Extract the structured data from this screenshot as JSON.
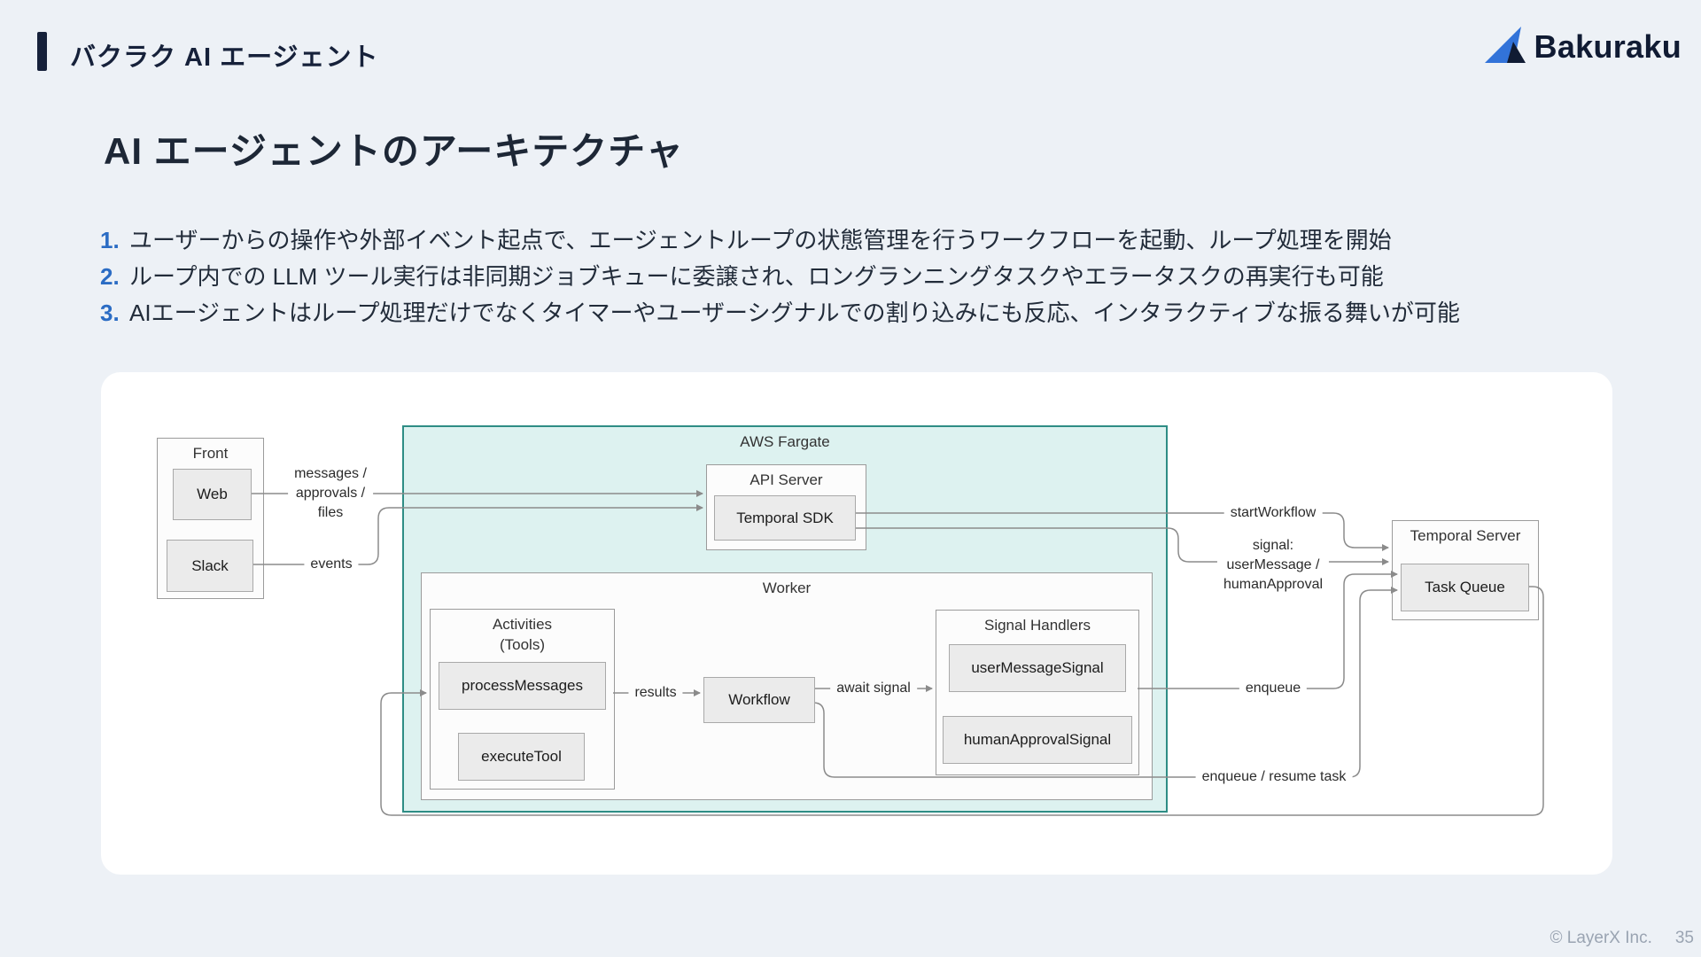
{
  "header": {
    "title": "バクラク AI エージェント",
    "logo_text": "Bakuraku"
  },
  "heading": "AI エージェントのアーキテクチャ",
  "list": {
    "items": [
      {
        "num": "1.",
        "text": "ユーザーからの操作や外部イベント起点で、エージェントループの状態管理を行うワークフローを起動、ループ処理を開始"
      },
      {
        "num": "2.",
        "text": "ループ内での LLM ツール実行は非同期ジョブキューに委譲され、ロングランニングタスクやエラータスクの再実行も可能"
      },
      {
        "num": "3.",
        "text": "AIエージェントはループ処理だけでなくタイマーやユーザーシグナルでの割り込みにも反応、インタラクティブな振る舞いが可能"
      }
    ]
  },
  "diagram": {
    "groups": {
      "front": "Front",
      "aws_fargate": "AWS Fargate",
      "api_server": "API Server",
      "worker": "Worker",
      "activities": "Activities\n(Tools)",
      "signal_handlers": "Signal Handlers",
      "temporal_server": "Temporal Server"
    },
    "nodes": {
      "web": "Web",
      "slack": "Slack",
      "temporal_sdk": "Temporal SDK",
      "process_messages": "processMessages",
      "execute_tool": "executeTool",
      "workflow": "Workflow",
      "user_message_signal": "userMessageSignal",
      "human_approval_signal": "humanApprovalSignal",
      "task_queue": "Task Queue"
    },
    "edge_labels": {
      "messages": "messages /\napprovals /\nfiles",
      "events": "events",
      "start_workflow": "startWorkflow",
      "signal": "signal:\nuserMessage /\nhumanApproval",
      "results": "results",
      "await_signal": "await signal",
      "enqueue": "enqueue",
      "enqueue_resume": "enqueue / resume task"
    },
    "colors": {
      "fargate_fill": "#ddf2f0",
      "fargate_border": "#2e8d85",
      "node_fill": "#ebebeb",
      "node_border": "#a9a9a9",
      "group_fill": "#fcfcfc",
      "group_border": "#9b9b9b",
      "line": "#8b8b8b"
    }
  },
  "footer": {
    "copyright": "© LayerX Inc.",
    "page_number": "35"
  },
  "brand": {
    "accent_navy": "#16213a",
    "logo_blue": "#3273d9",
    "list_number_blue": "#2b6cc4"
  }
}
